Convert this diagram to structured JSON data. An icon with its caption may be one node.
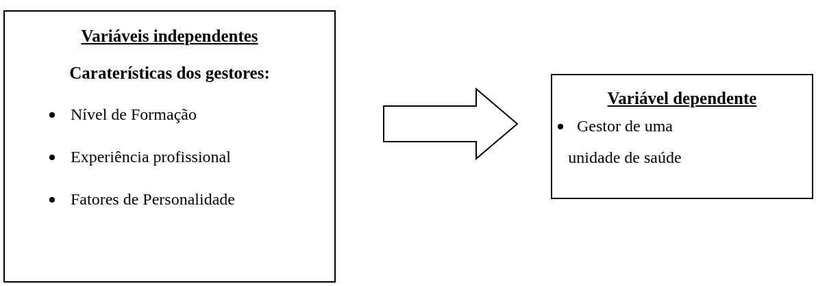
{
  "diagram": {
    "nodes": [
      {
        "text": [
          "Variáveis independentes",
          "Caraterísticas dos gestores:",
          "Nível de Formação",
          "Experiência profissional",
          "Fatores de Personalidade"
        ]
      },
      {
        "text": [
          "Variável dependente",
          "Gestor de uma unidade de saúde"
        ]
      }
    ],
    "edges": [
      {
        "from": 0,
        "to": 1,
        "arrow": "to"
      }
    ]
  }
}
